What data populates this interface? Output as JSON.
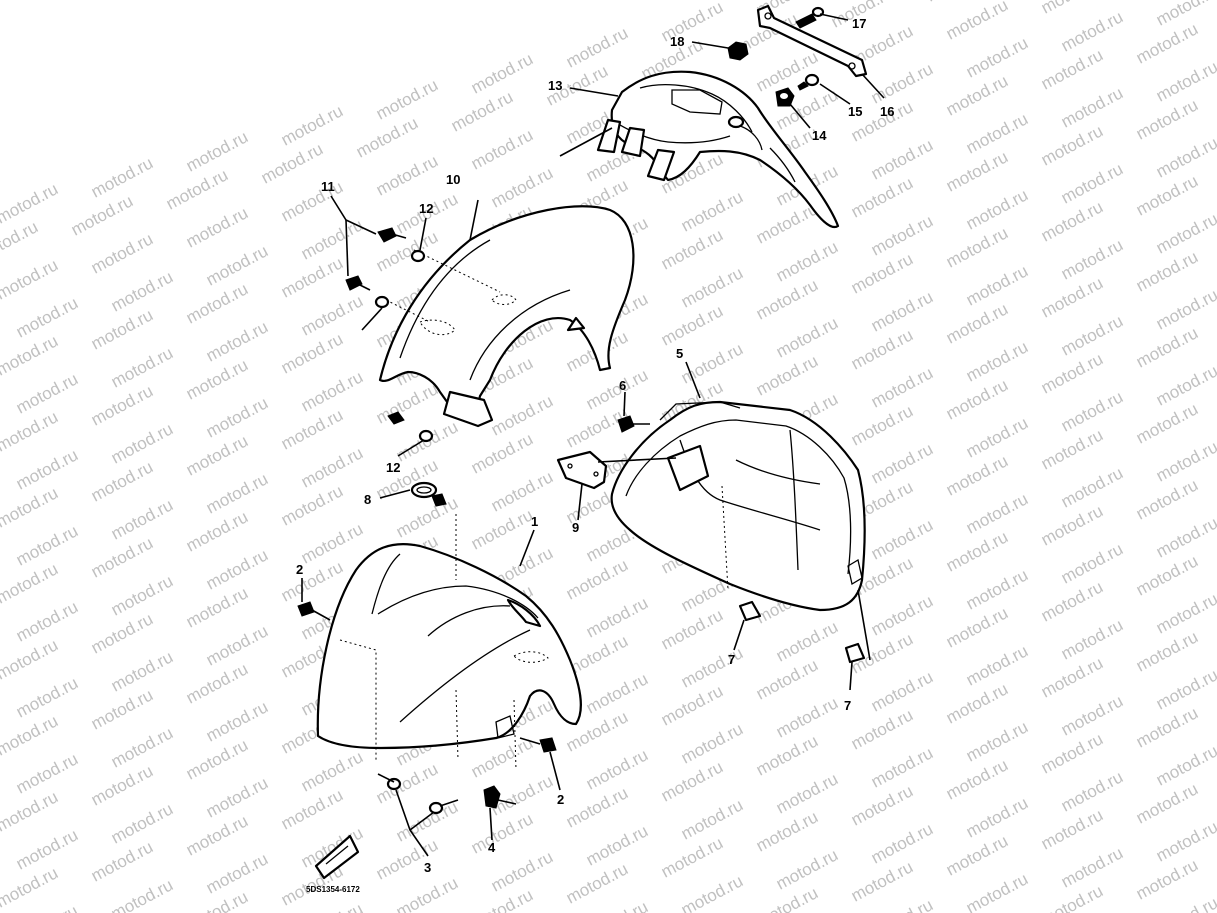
{
  "watermark": "motod.ru",
  "callouts": {
    "c1": "1",
    "c2a": "2",
    "c2b": "2",
    "c3": "3",
    "c4": "4",
    "c5": "5",
    "c6": "6",
    "c7a": "7",
    "c7b": "7",
    "c8": "8",
    "c9": "9",
    "c10": "10",
    "c11": "11",
    "c12a": "12",
    "c12b": "12",
    "c13": "13",
    "c14": "14",
    "c15": "15",
    "c16": "16",
    "c17": "17",
    "c18": "18"
  },
  "figure_code": "5DS1354-6172"
}
